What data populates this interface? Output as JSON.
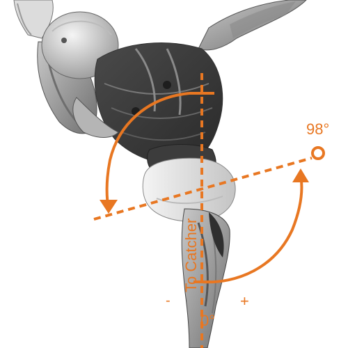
{
  "accent_color": "#E87722",
  "figure_icon": "pitcher-3d-muscle-figure",
  "labels": {
    "angle_value": "98°",
    "zero_angle": "0°",
    "to_catcher": "To Catcher",
    "minus_sign": "-",
    "plus_sign": "+"
  }
}
